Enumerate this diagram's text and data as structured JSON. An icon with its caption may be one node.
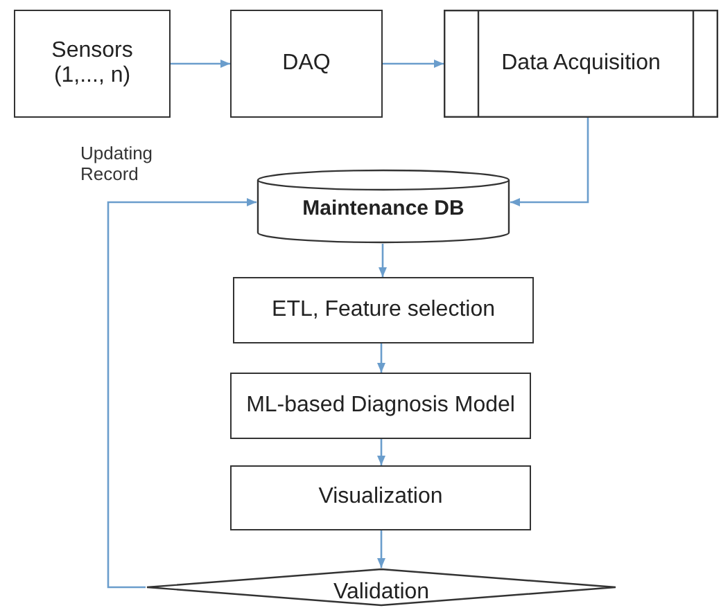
{
  "diagram": {
    "nodes": [
      {
        "text": [
          "Sensors (1,..., n)"
        ]
      },
      {
        "text": [
          "DAQ"
        ]
      },
      {
        "text": [
          "Data Acquisition"
        ]
      },
      {
        "text": [
          "Maintenance DB"
        ]
      },
      {
        "text": [
          "ETL, Feature selection"
        ]
      },
      {
        "text": [
          "ML-based Diagnosis Model"
        ]
      },
      {
        "text": [
          "Visualization"
        ]
      },
      {
        "text": [
          "Validation"
        ]
      }
    ],
    "edges": [
      {
        "from": 0,
        "to": 1,
        "arrow": "to"
      },
      {
        "from": 1,
        "to": 2,
        "arrow": "to"
      },
      {
        "from": 2,
        "to": 3,
        "arrow": "to"
      },
      {
        "from": 3,
        "to": 4,
        "arrow": "to"
      },
      {
        "from": 4,
        "to": 5,
        "arrow": "to"
      },
      {
        "from": 5,
        "to": 6,
        "arrow": "to"
      },
      {
        "from": 6,
        "to": 7,
        "arrow": "to"
      },
      {
        "from": 7,
        "to": 3,
        "arrow": "to",
        "label": "Updating Record"
      }
    ]
  }
}
